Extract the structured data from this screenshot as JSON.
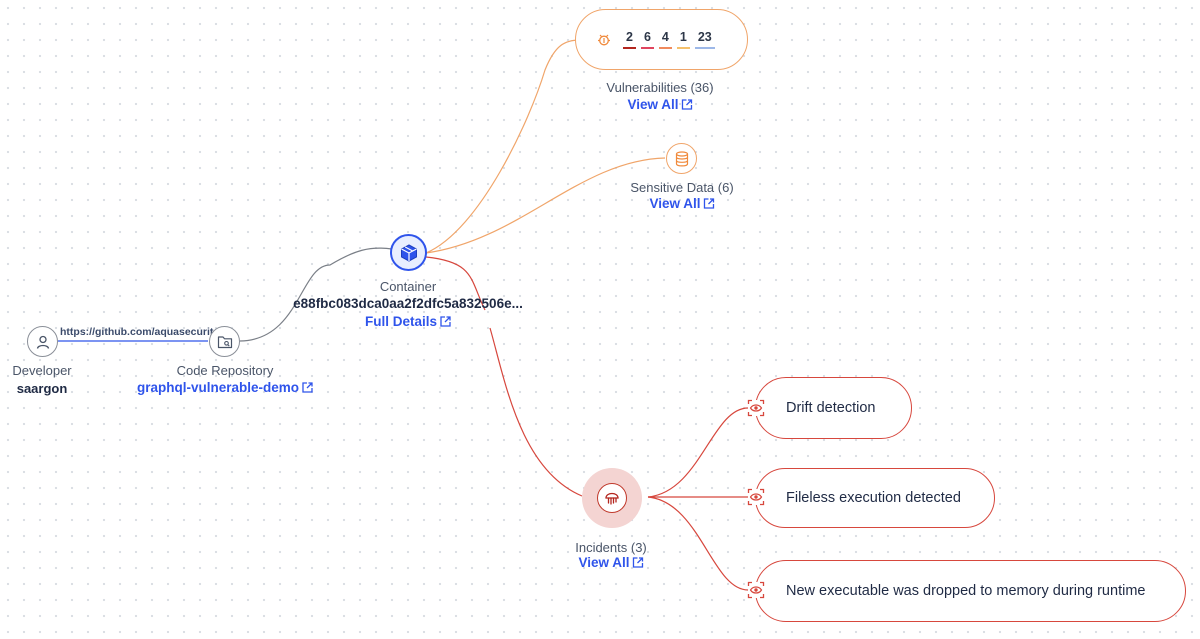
{
  "developer": {
    "title": "Developer",
    "name": "saargon",
    "icon": "person-icon"
  },
  "repo_edge": {
    "url": "https://github.com/aquasecurit..."
  },
  "repository": {
    "title": "Code Repository",
    "name": "graphql-vulnerable-demo",
    "icon": "folder-icon"
  },
  "container": {
    "title": "Container",
    "id": "e88fbc083dca0aa2f2dfc5a832506e...",
    "link": "Full Details",
    "icon": "cube-icon",
    "accent": "#2f54eb"
  },
  "vulnerabilities": {
    "label": "Vulnerabilities (36)",
    "link": "View All",
    "counts": [
      {
        "value": "2",
        "color": "#b3261e"
      },
      {
        "value": "6",
        "color": "#e0455f"
      },
      {
        "value": "4",
        "color": "#f08a5d"
      },
      {
        "value": "1",
        "color": "#f5c16c"
      },
      {
        "value": "23",
        "color": "#9db8e8"
      }
    ]
  },
  "sensitive_data": {
    "label": "Sensitive Data (6)",
    "link": "View All",
    "icon": "database-icon"
  },
  "incidents": {
    "label": "Incidents (3)",
    "link": "View All",
    "icon": "jellyfish-icon",
    "items": [
      {
        "label": "Drift detection"
      },
      {
        "label": "Fileless execution detected"
      },
      {
        "label": "New executable was dropped to memory during runtime"
      }
    ]
  },
  "colors": {
    "orange": "#f0a56a",
    "red": "#d7473d",
    "gray": "#7a7f87",
    "link": "#2f54eb"
  }
}
